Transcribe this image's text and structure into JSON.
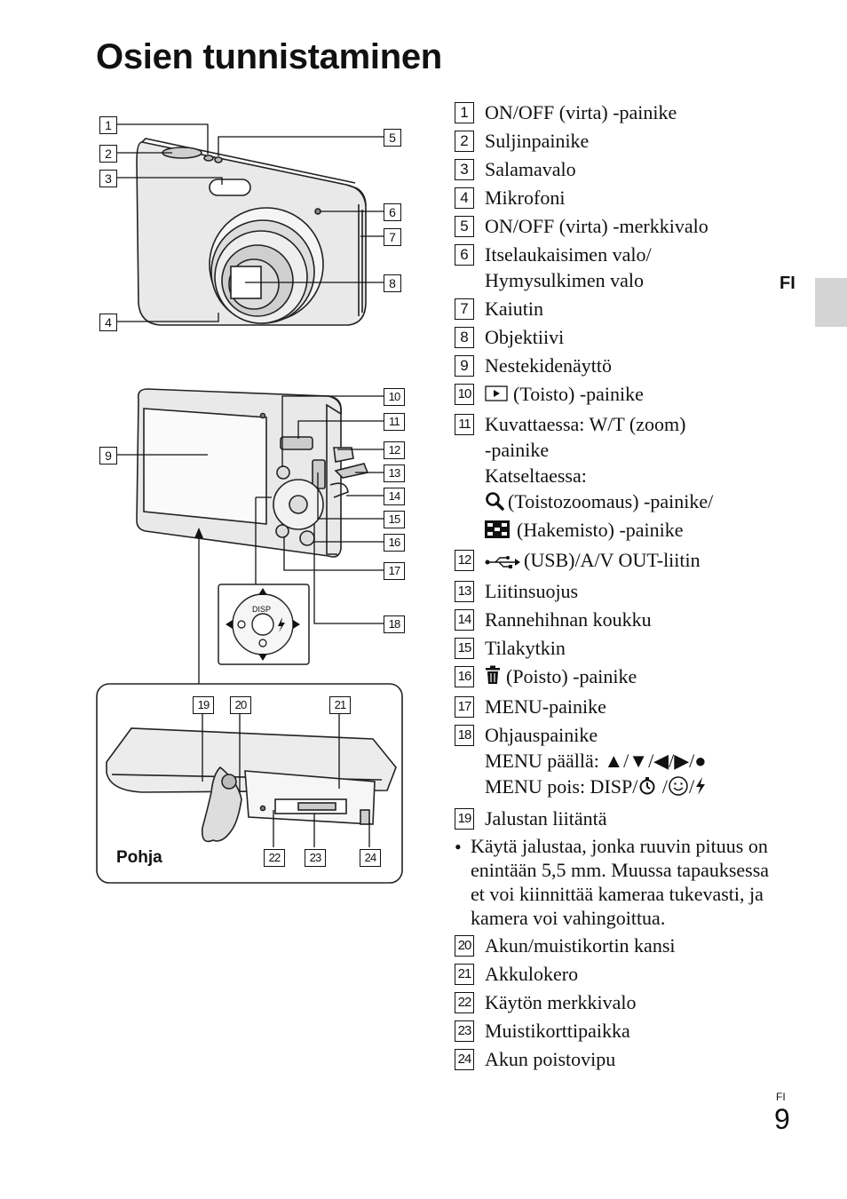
{
  "page": {
    "title": "Osien tunnistaminen",
    "lang_tab": "FI",
    "lang_footer": "FI",
    "page_number": "9",
    "accent_color": "#d4d4d4"
  },
  "diagram": {
    "label_bottom": "Pohja",
    "badges": [
      "1",
      "2",
      "3",
      "4",
      "5",
      "6",
      "7",
      "8",
      "9",
      "10",
      "11",
      "12",
      "13",
      "14",
      "15",
      "16",
      "17",
      "18",
      "19",
      "20",
      "21",
      "22",
      "23",
      "24"
    ],
    "disp_label": "DISP"
  },
  "legend": {
    "items": [
      {
        "num": "1",
        "lines": [
          "ON/OFF (virta) -painike"
        ]
      },
      {
        "num": "2",
        "lines": [
          "Suljinpainike"
        ]
      },
      {
        "num": "3",
        "lines": [
          "Salamavalo"
        ]
      },
      {
        "num": "4",
        "lines": [
          "Mikrofoni"
        ]
      },
      {
        "num": "5",
        "lines": [
          "ON/OFF (virta) -merkkivalo"
        ]
      },
      {
        "num": "6",
        "lines": [
          "Itselaukaisimen valo/",
          "Hymysulkimen valo"
        ]
      },
      {
        "num": "7",
        "lines": [
          "Kaiutin"
        ]
      },
      {
        "num": "8",
        "lines": [
          "Objektiivi"
        ]
      },
      {
        "num": "9",
        "lines": [
          "Nestekidenäyttö"
        ]
      }
    ],
    "item10": {
      "num": "10",
      "text": "(Toisto) -painike"
    },
    "item11": {
      "num": "11",
      "line1": "Kuvattaessa: W/T (zoom)",
      "line2": "-painike",
      "line3": "Katseltaessa:",
      "line4": "(Toistozoomaus) -painike/",
      "line5": "(Hakemisto) -painike"
    },
    "item12": {
      "num": "12",
      "text": "(USB)/A/V OUT-liitin"
    },
    "items_b": [
      {
        "num": "13",
        "lines": [
          "Liitinsuojus"
        ]
      },
      {
        "num": "14",
        "lines": [
          "Rannehihnan koukku"
        ]
      },
      {
        "num": "15",
        "lines": [
          "Tilakytkin"
        ]
      }
    ],
    "item16": {
      "num": "16",
      "text": "(Poisto) -painike"
    },
    "item17": {
      "num": "17",
      "text": "MENU-painike"
    },
    "item18": {
      "num": "18",
      "line1": "Ohjauspainike",
      "line2": "MENU päällä: ▲/▼/◀/▶/●",
      "line3": "MENU pois: DISP/",
      "line3b": " /",
      "line3c": "/"
    },
    "item19": {
      "num": "19",
      "text": "Jalustan liitäntä"
    },
    "bullet": {
      "mark": "•",
      "text": "Käytä jalustaa, jonka ruuvin pituus on enintään 5,5 mm. Muussa tapauksessa et voi kiinnittää kameraa tukevasti, ja kamera voi vahingoittua."
    },
    "items_c": [
      {
        "num": "20",
        "lines": [
          "Akun/muistikortin kansi"
        ]
      },
      {
        "num": "21",
        "lines": [
          "Akkulokero"
        ]
      },
      {
        "num": "22",
        "lines": [
          "Käytön merkkivalo"
        ]
      },
      {
        "num": "23",
        "lines": [
          "Muistikorttipaikka"
        ]
      },
      {
        "num": "24",
        "lines": [
          "Akun poistovipu"
        ]
      }
    ]
  }
}
